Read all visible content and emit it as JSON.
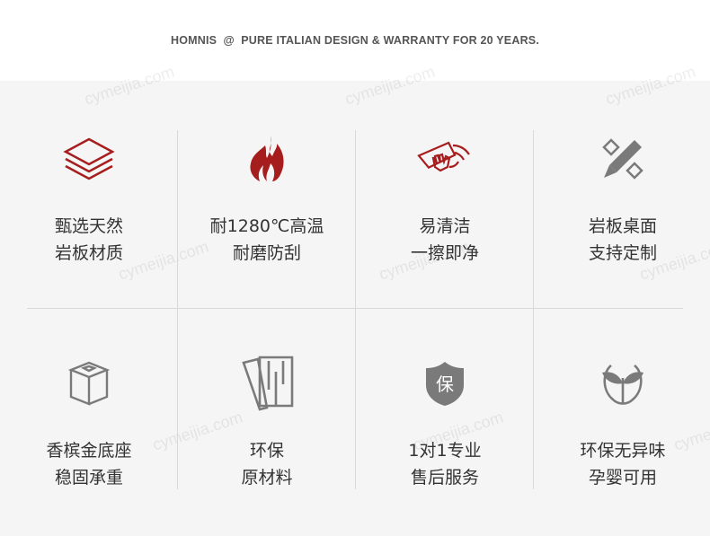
{
  "header": {
    "slogan": "HOMNIS  @  PURE ITALIAN DESIGN & WARRANTY FOR 20 YEARS."
  },
  "watermark": "cymeijia.com",
  "colors": {
    "red": "#a61d1d",
    "gray": "#7a7a7a",
    "panel": "#f5f5f5"
  },
  "features": [
    {
      "icon": "layers-icon",
      "line1": "甄选天然",
      "line2": "岩板材质"
    },
    {
      "icon": "flame-icon",
      "line1": "耐1280℃高温",
      "line2": "耐磨防刮"
    },
    {
      "icon": "wipe-hand-icon",
      "line1": "易清洁",
      "line2": "一擦即净"
    },
    {
      "icon": "pencil-ruler-icon",
      "line1": "岩板桌面",
      "line2": "支持定制"
    },
    {
      "icon": "box-base-icon",
      "line1": "香槟金底座",
      "line2": "稳固承重"
    },
    {
      "icon": "boards-icon",
      "line1": "环保",
      "line2": "原材料"
    },
    {
      "icon": "shield-icon",
      "badge": "保",
      "line1": "1对1专业",
      "line2": "售后服务"
    },
    {
      "icon": "sprout-icon",
      "line1": "环保无异味",
      "line2": "孕婴可用"
    }
  ]
}
